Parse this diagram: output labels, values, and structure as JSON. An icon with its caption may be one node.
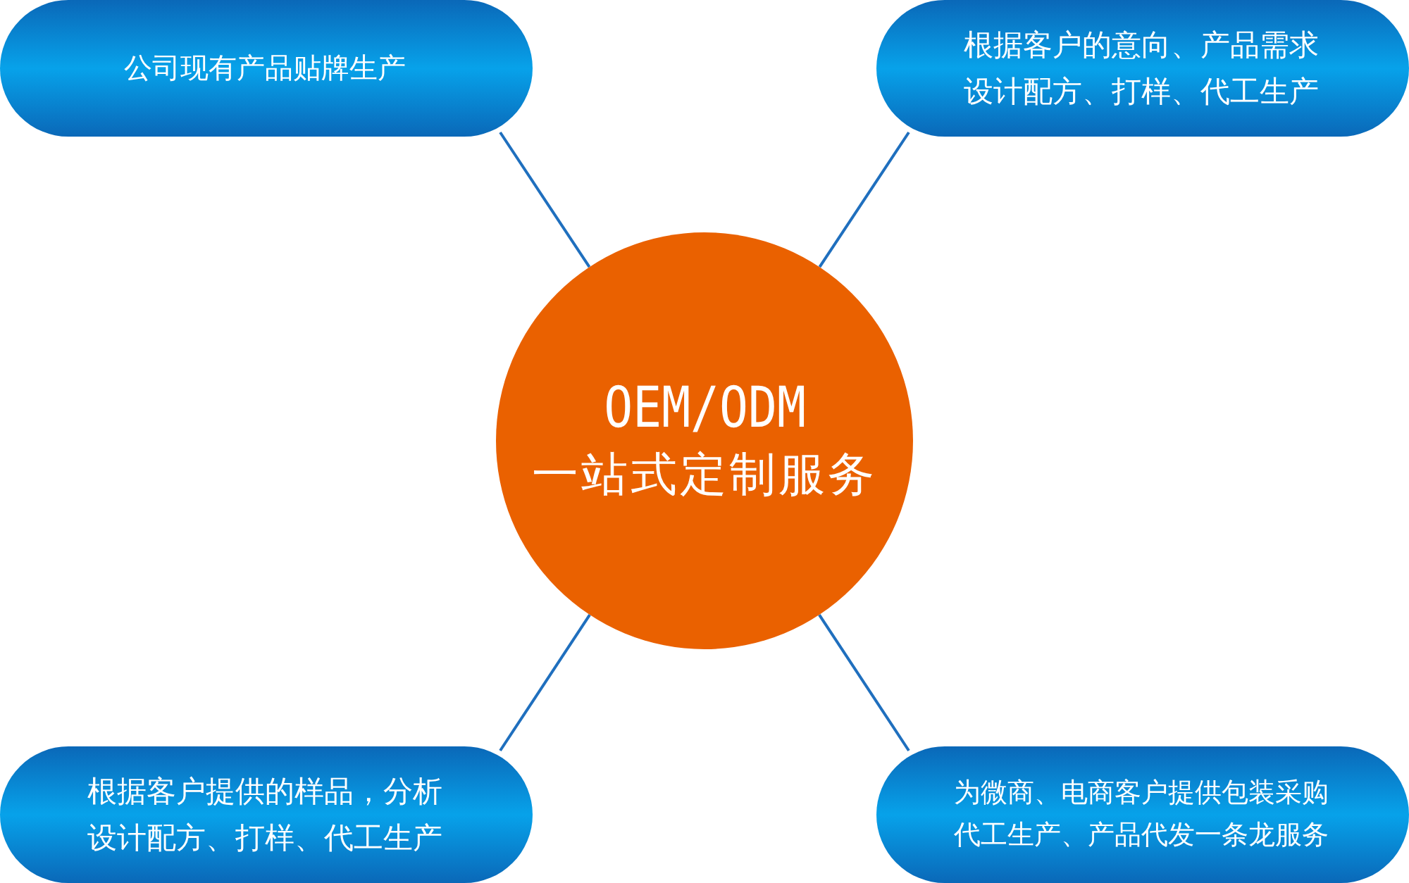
{
  "diagram": {
    "nodes": [
      {
        "text": [
          "公司现有产品贴牌生产"
        ]
      },
      {
        "text": [
          "根据客户的意向、产品需求设计配方、打样、代工生产"
        ]
      },
      {
        "text": [
          "OEM/ODM",
          "一站式定制服务"
        ]
      },
      {
        "text": [
          "根据客户提供的样品，分析设计配方、打样、代工生产"
        ]
      },
      {
        "text": [
          "为微商、电商客户提供包装采购代工生产、产品代发一条龙服务"
        ]
      }
    ],
    "edges": [
      {
        "from": 2,
        "to": 0,
        "arrow": "none"
      },
      {
        "from": 2,
        "to": 1,
        "arrow": "none"
      },
      {
        "from": 2,
        "to": 3,
        "arrow": "none"
      },
      {
        "from": 2,
        "to": 4,
        "arrow": "none"
      }
    ]
  }
}
